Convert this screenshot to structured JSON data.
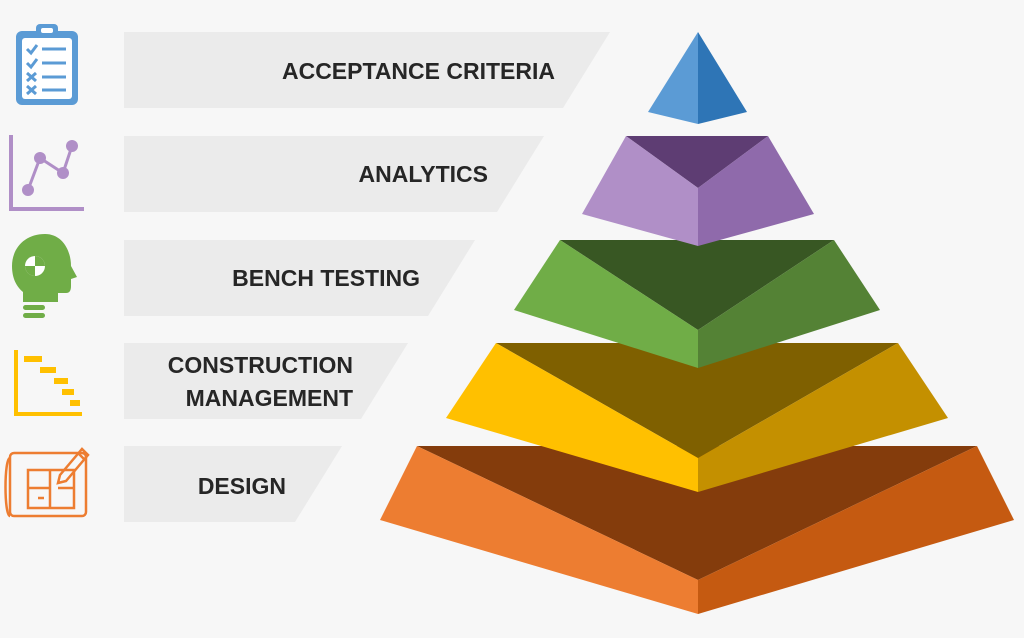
{
  "colors": {
    "background": "#f7f7f7",
    "banner": "#ebebeb",
    "text": "#262626",
    "blue_light": "#5b9bd5",
    "blue_dark": "#2e75b6",
    "purple_light": "#b08fc7",
    "purple_dark": "#8f6aab",
    "purple_top": "#5e3d73",
    "green_light": "#70ad47",
    "green_dark": "#548235",
    "green_top": "#385723",
    "yellow_light": "#ffc000",
    "yellow_dark": "#c49000",
    "yellow_top": "#7f6000",
    "orange_light": "#ed7d31",
    "orange_dark": "#c55a11",
    "orange_top": "#843c0c"
  },
  "rows": [
    {
      "label_lines": [
        "ACCEPTANCE CRITERIA"
      ],
      "icon": "clipboard-checklist-icon"
    },
    {
      "label_lines": [
        "ANALYTICS"
      ],
      "icon": "line-chart-icon"
    },
    {
      "label_lines": [
        "BENCH TESTING"
      ],
      "icon": "crash-test-dummy-icon"
    },
    {
      "label_lines": [
        "CONSTRUCTION",
        "MANAGEMENT"
      ],
      "icon": "gantt-chart-icon"
    },
    {
      "label_lines": [
        "DESIGN"
      ],
      "icon": "blueprint-pencil-icon"
    }
  ]
}
